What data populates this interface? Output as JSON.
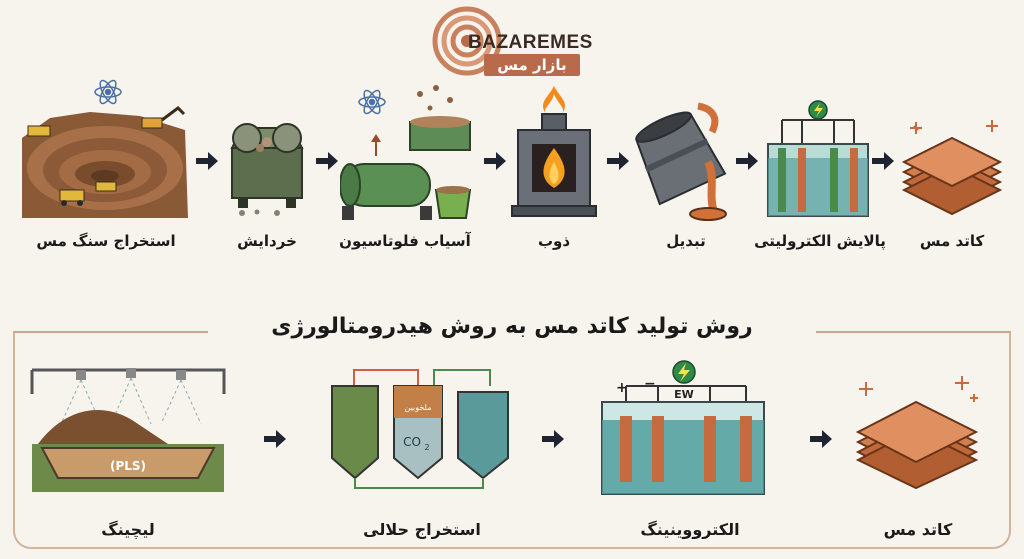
{
  "logo": {
    "latin": "BAZAREMES",
    "farsi": "بازار مس"
  },
  "pyrometallurgy": {
    "stages": [
      {
        "label": "استخراج سنگ مس",
        "icon": "open-pit-mine-icon"
      },
      {
        "label": "خردایش",
        "icon": "jaw-crusher-icon"
      },
      {
        "label": "آسیاب فلوتاسیون",
        "icon": "ball-mill-flotation-icon"
      },
      {
        "label": "ذوب",
        "icon": "smelting-furnace-icon"
      },
      {
        "label": "تبدیل",
        "icon": "converter-icon"
      },
      {
        "label": "پالایش الکترولیتی",
        "icon": "electrolytic-cell-icon"
      },
      {
        "label": "کاتد مس",
        "icon": "copper-cathode-icon"
      }
    ]
  },
  "hydrometallurgy": {
    "title": "روش تولید کاتد مس به روش هیدرومتالورژی",
    "stages": [
      {
        "label": "لیچینگ",
        "icon": "heap-leaching-icon"
      },
      {
        "label": "استخراج حلالی",
        "icon": "solvent-extraction-icon"
      },
      {
        "label": "الکترووینینگ",
        "icon": "electrowinning-icon"
      },
      {
        "label": "کاتد مس",
        "icon": "copper-cathode-icon"
      }
    ],
    "image_text": {
      "pls": "(PLS)",
      "tank_label": "ملخوبین",
      "co2": "CO",
      "co2_sub": "2",
      "ew": "EW",
      "plus": "+",
      "minus": "−"
    }
  },
  "colors": {
    "copper": "#c56b3f",
    "arrow": "#1f2430",
    "accent": "#c9a78d"
  }
}
